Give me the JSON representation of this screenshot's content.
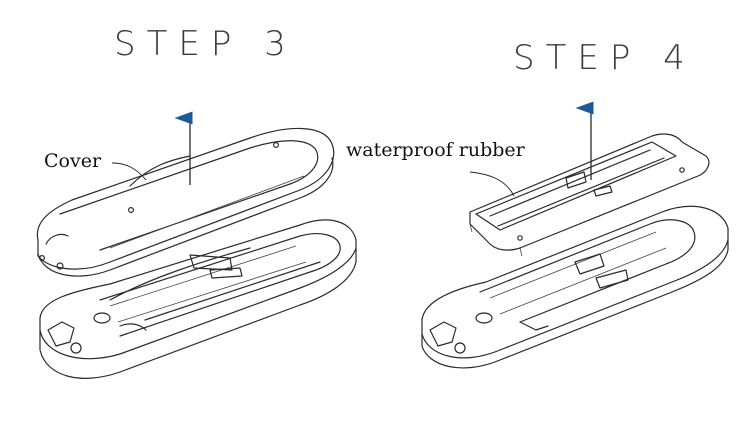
{
  "steps": [
    {
      "title": "STEP 3",
      "label": "Cover"
    },
    {
      "title": "STEP 4",
      "label": "waterproof rubber"
    }
  ],
  "arrow_color": "#1f5a96"
}
